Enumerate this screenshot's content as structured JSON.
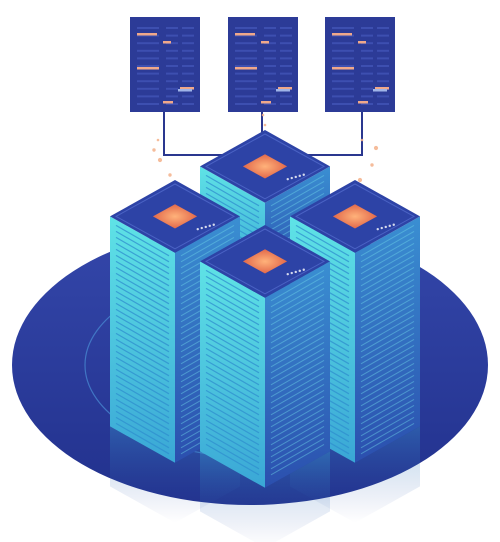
{
  "illustration": {
    "documents": [
      {
        "id": "left"
      },
      {
        "id": "center"
      },
      {
        "id": "right"
      }
    ],
    "servers": [
      {
        "id": "back"
      },
      {
        "id": "left"
      },
      {
        "id": "right"
      },
      {
        "id": "front"
      }
    ]
  },
  "colors": {
    "background": "#ffffff",
    "platform": "#2f3f9e",
    "platform_inner": "#22308c",
    "document": "#2c3b97",
    "document_line": "#3d4fb0",
    "document_accent": "#f0a88a",
    "server_top": "#2d43a6",
    "server_front": "#4fd4dc",
    "server_side": "#2a7fc6",
    "chip": "#f08a5a",
    "connector": "#2a378f"
  }
}
